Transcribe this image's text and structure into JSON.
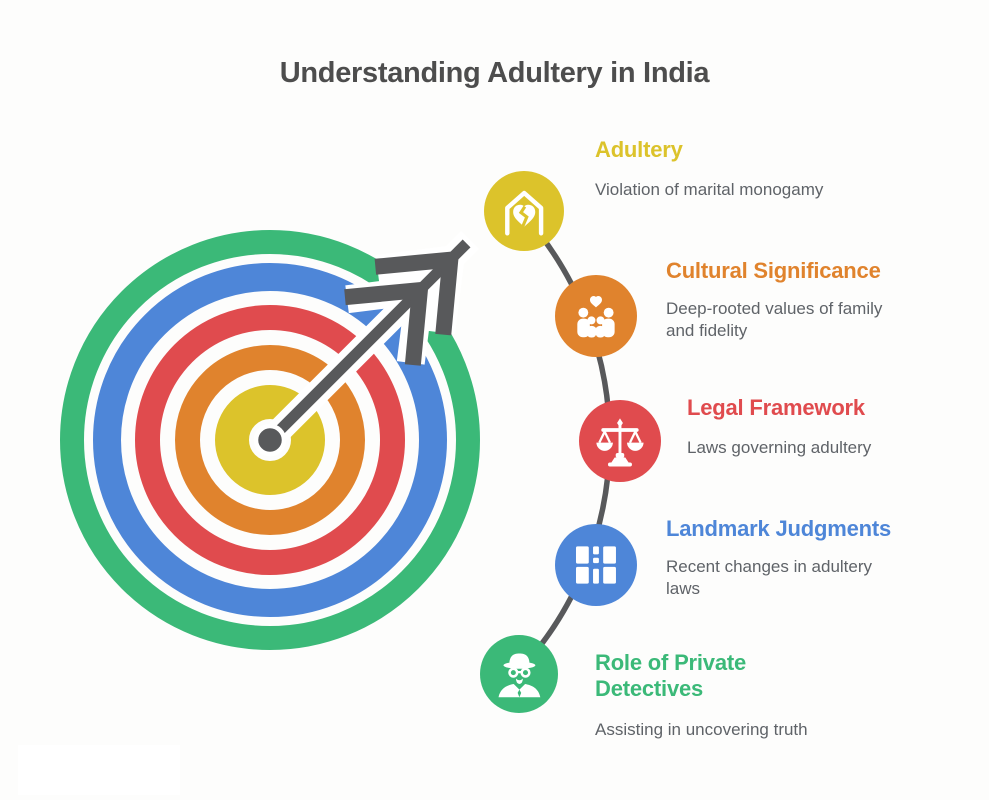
{
  "page": {
    "title": "Understanding Adultery in India",
    "background": "#fdfdfc"
  },
  "palette": {
    "green": "#3bb978",
    "blue": "#4e86d8",
    "red": "#e04b4e",
    "orange": "#e0832d",
    "yellow": "#dcc32b",
    "gray": "#58595b",
    "white": "#ffffff"
  },
  "target": {
    "rings_outer_to_inner": [
      "#3bb978",
      "#4e86d8",
      "#e04b4e",
      "#e0832d",
      "#dcc32b"
    ],
    "arrow_color": "#58595b"
  },
  "items": [
    {
      "label": "Adultery",
      "description": "Violation of marital monogamy",
      "color": "#dcc32b",
      "icon": "house-broken-heart-icon"
    },
    {
      "label": "Cultural Significance",
      "description": "Deep-rooted values of family and fidelity",
      "color": "#e0832d",
      "icon": "family-heart-icon"
    },
    {
      "label": "Legal Framework",
      "description": "Laws governing adultery",
      "color": "#e04b4e",
      "icon": "scales-of-justice-icon"
    },
    {
      "label": "Landmark Judgments",
      "description": "Recent changes in adultery laws",
      "color": "#4e86d8",
      "icon": "courthouse-grid-icon"
    },
    {
      "label": "Role of Private Detectives",
      "description": "Assisting in uncovering truth",
      "color": "#3bb978",
      "icon": "detective-icon"
    }
  ]
}
